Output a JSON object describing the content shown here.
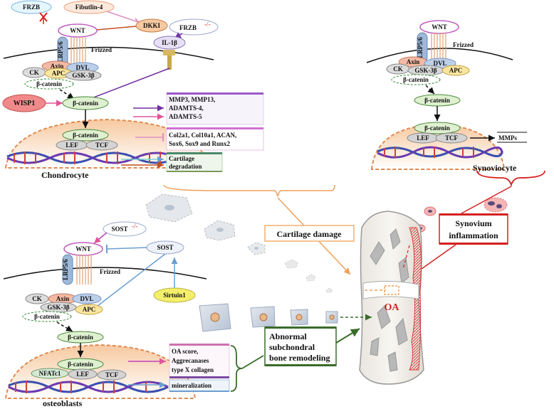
{
  "chondrocyte": {
    "title": "Chondrocyte",
    "frzb": "FRZB",
    "fibulin": "Fibutlin-4",
    "dkk": "DKKI",
    "frzb_ko": "FRZB",
    "ko_mark": "-/-",
    "il1b": "IL-1β",
    "wnt": "WNT",
    "lrp": "LRP5/6",
    "frizzed": "Frizzed",
    "axin": "Axin",
    "dvl": "DVL",
    "ck": "CK",
    "apc": "APC",
    "gsk": "GSK-3β",
    "bcat_dash": "β-catenin",
    "wisp1": "WISP1",
    "bcat": "β-catenin",
    "bcat_nuc": "β-catenin",
    "lef": "LEF",
    "tcf": "TCF",
    "box1": [
      "MMP3, MMP13,",
      "ADAMTS-4,",
      "ADAMTS-5"
    ],
    "box2": [
      "Col2a1, Col10a1, ACAN,",
      "Sox6, Sox9 and Runx2"
    ],
    "box3": [
      "Cartilage",
      "degradation"
    ]
  },
  "synoviocyte": {
    "title": "Synoviocyte",
    "wnt": "WNT",
    "lrp": "LRP5/6",
    "frizzed": "Frizzed",
    "axin": "Axin",
    "dvl": "DVL",
    "ck": "CK",
    "gsk": "GSK-3β",
    "apc": "APC",
    "bcat_dash": "β-catenin",
    "bcat": "β-catenin",
    "bcat_nuc": "β-catenin",
    "lef": "LEF",
    "tcf": "TCF",
    "mmps": "MMPs"
  },
  "osteoblast": {
    "title": "osteoblasts",
    "sost_ko": "SOST",
    "ko_mark": "-/-",
    "sost": "SOST",
    "sirtuin": "Sirtuin1",
    "wnt": "WNT",
    "lrp": "LRP5/6",
    "frizzed": "Frizzed",
    "ck": "CK",
    "axin": "Axin",
    "dvl": "DVL",
    "gsk": "GSK-3β",
    "apc": "APC",
    "bcat_dash": "β-catenin",
    "bcat": "β-catenin",
    "bcat_nuc": "β-catenin",
    "nfat": "NFATc1",
    "lef": "LEF",
    "tcf": "TCF",
    "box1": [
      "OA score,",
      "Aggrecanases",
      "type X collagen"
    ],
    "box2": "mineralization"
  },
  "labels": {
    "cartilage_damage": "Cartilage damage",
    "synovium": [
      "Synovium",
      "inflammation"
    ],
    "subchondral": [
      "Abnormal",
      "subchondral",
      "bone remodeling"
    ],
    "oa": "OA"
  },
  "colors": {
    "purple": "#7030a0",
    "pink": "#e0559a",
    "orange": "#f0a05a",
    "red": "#d42020",
    "green": "#3a6b2a",
    "blue": "#6a9fd0",
    "rust": "#c05020"
  }
}
